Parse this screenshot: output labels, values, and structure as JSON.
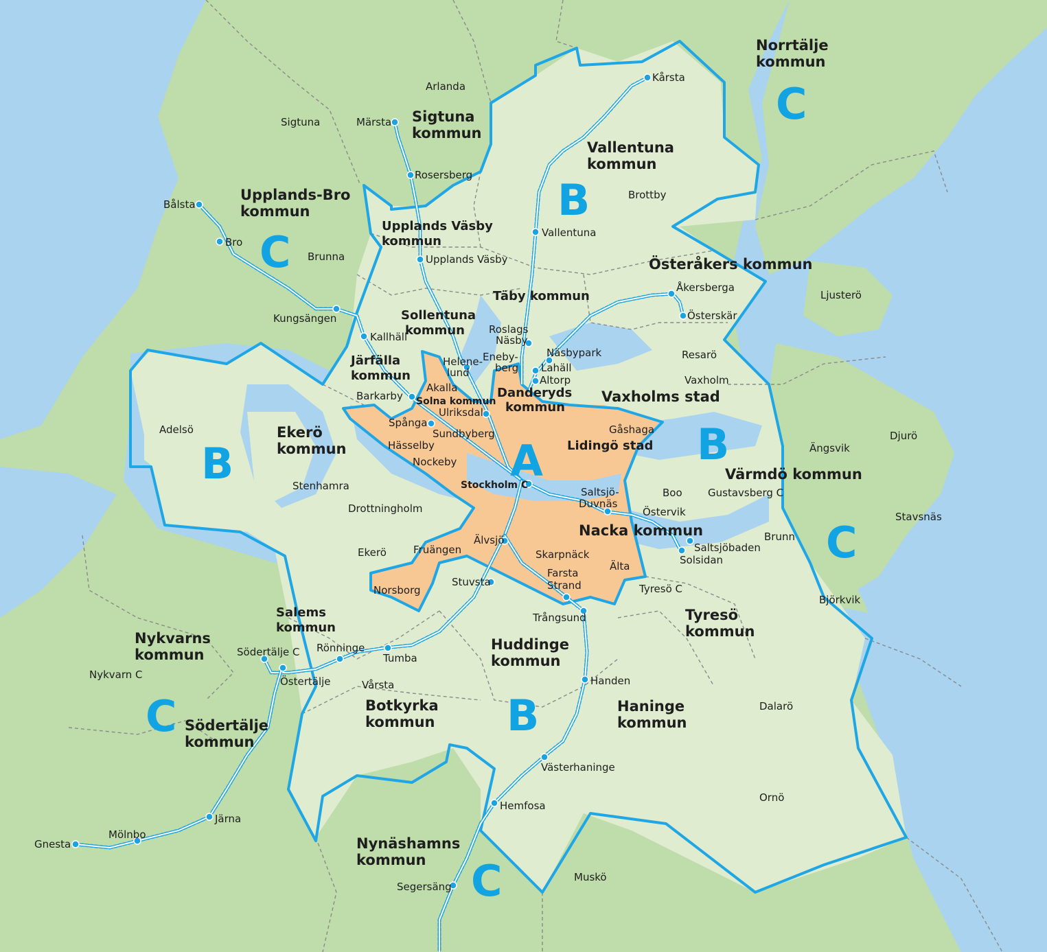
{
  "colors": {
    "water": "#a9d3ef",
    "land_outer": "#bfdcab",
    "land_zone_b": "#dfeccf",
    "zone_a": "#f8c894",
    "zone_border": "#20a6e4",
    "rail": "#1aa3e0",
    "text": "#1e1e1e",
    "zone_label": "#12a3e3"
  },
  "zone_labels": [
    {
      "text": "A",
      "icon": "zone-a"
    },
    {
      "text": "B",
      "icon": "zone-b-north"
    },
    {
      "text": "B",
      "icon": "zone-b-west"
    },
    {
      "text": "B",
      "icon": "zone-b-east"
    },
    {
      "text": "B",
      "icon": "zone-b-south"
    },
    {
      "text": "C",
      "icon": "zone-c-norrtalje"
    },
    {
      "text": "C",
      "icon": "zone-c-upplands-bro"
    },
    {
      "text": "C",
      "icon": "zone-c-varmdo"
    },
    {
      "text": "C",
      "icon": "zone-c-sodertalje"
    },
    {
      "text": "C",
      "icon": "zone-c-nynashamn"
    }
  ],
  "municipalities": [
    {
      "line1": "Norrtälje",
      "line2": "kommun"
    },
    {
      "line1": "Sigtuna",
      "line2": "kommun"
    },
    {
      "line1": "Vallentuna",
      "line2": "kommun"
    },
    {
      "line1": "Upplands-Bro",
      "line2": "kommun"
    },
    {
      "line1": "Upplands Väsby",
      "line2": "kommun"
    },
    {
      "line1": "Österåkers kommun",
      "line2": ""
    },
    {
      "line1": "Täby kommun",
      "line2": ""
    },
    {
      "line1": "Sollentuna",
      "line2": "kommun"
    },
    {
      "line1": "Järfälla",
      "line2": "kommun"
    },
    {
      "line1": "Solna kommun",
      "line2": ""
    },
    {
      "line1": "Danderyds",
      "line2": "kommun"
    },
    {
      "line1": "Vaxholms stad",
      "line2": ""
    },
    {
      "line1": "Ekerö",
      "line2": "kommun"
    },
    {
      "line1": "Lidingö stad",
      "line2": ""
    },
    {
      "line1": "Värmdö kommun",
      "line2": ""
    },
    {
      "line1": "Nacka kommun",
      "line2": ""
    },
    {
      "line1": "Salems",
      "line2": "kommun"
    },
    {
      "line1": "Tyresö",
      "line2": "kommun"
    },
    {
      "line1": "Nykvarns",
      "line2": "kommun"
    },
    {
      "line1": "Huddinge",
      "line2": "kommun"
    },
    {
      "line1": "Botkyrka",
      "line2": "kommun"
    },
    {
      "line1": "Haninge",
      "line2": "kommun"
    },
    {
      "line1": "Södertälje",
      "line2": "kommun"
    },
    {
      "line1": "Nynäshamns",
      "line2": "kommun"
    }
  ],
  "places": [
    "Arlanda",
    "Kårsta",
    "Sigtuna",
    "Märsta",
    "Rosersberg",
    "Bålsta",
    "Bro",
    "Brunna",
    "Brottby",
    "Vallentuna",
    "Upplands Väsby",
    "Åkersberga",
    "Ljusterö",
    "Österskär",
    "Kungsängen",
    "Kallhäll",
    "Roslags",
    "Näsby",
    "Näsbypark",
    "Resarö",
    "Helene-",
    "lund",
    "Eneby-",
    "berg",
    "Lahäll",
    "Altorp",
    "Vaxholm",
    "Akalla",
    "Barkarby",
    "Ulriksdal",
    "Spånga",
    "Sundbyberg",
    "Gåshaga",
    "Adelsö",
    "Ängsvik",
    "Djurö",
    "Hässelby",
    "Nockeby",
    "Stockholm C",
    "Saltsjö-",
    "Duvnäs",
    "Boo",
    "Gustavsberg C",
    "Stenhamra",
    "Drottningholm",
    "Östervik",
    "Stavsnäs",
    "Brunn",
    "Saltsjöbaden",
    "Solsidan",
    "Ekerö",
    "Fruängen",
    "Älvsjö",
    "Skarpnäck",
    "Älta",
    "Farsta",
    "Strand",
    "Norsborg",
    "Stuvsta",
    "Tyresö C",
    "Björkvik",
    "Trångsund",
    "Södertälje C",
    "Rönninge",
    "Tumba",
    "Nykvarn C",
    "Östertälje",
    "Handen",
    "Vårsta",
    "Dalarö",
    "Västerhaninge",
    "Ornö",
    "Hemfosa",
    "Järna",
    "Gnesta",
    "Mölnbo",
    "Segersäng",
    "Muskö"
  ]
}
